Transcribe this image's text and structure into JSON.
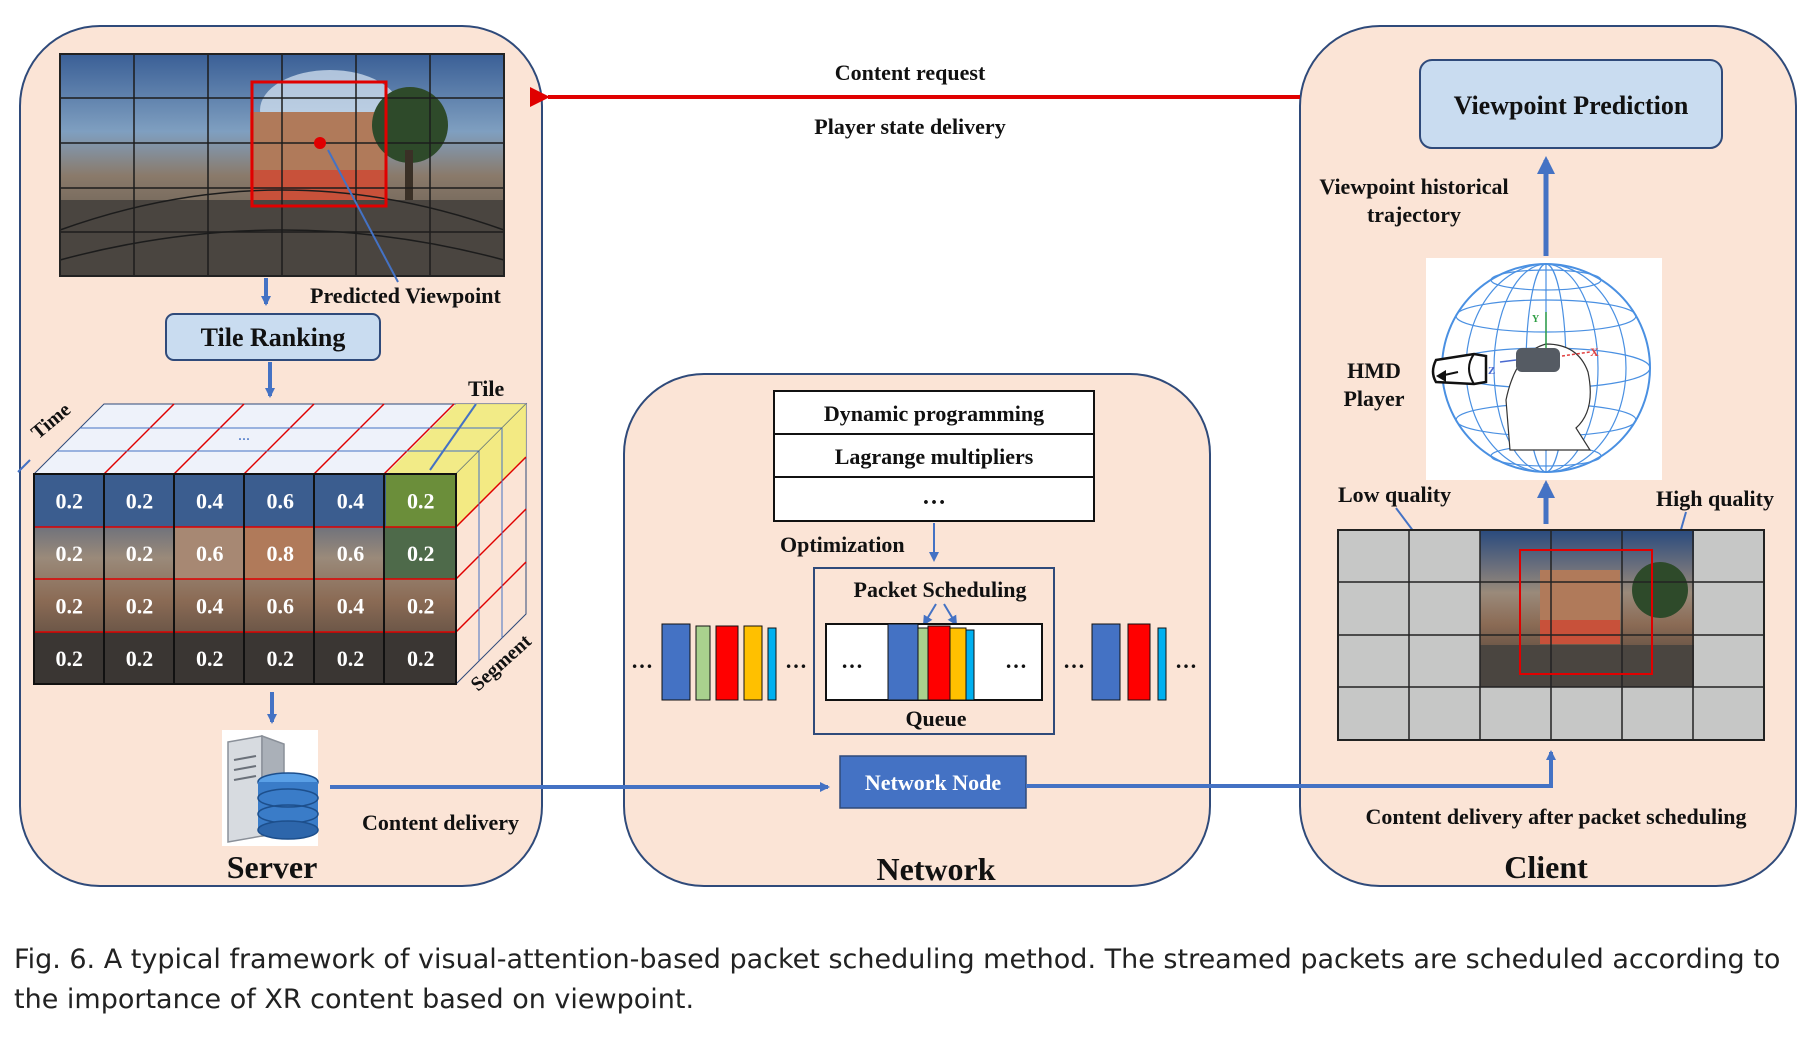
{
  "labels": {
    "content_request": "Content request",
    "player_state": "Player state delivery",
    "predicted_viewpoint": "Predicted Viewpoint",
    "tile_ranking": "Tile Ranking",
    "time": "Time",
    "tile": "Tile",
    "ellipsis_small": "...",
    "segment": "Segment",
    "content_delivery": "Content delivery",
    "server": "Server",
    "network": "Network",
    "client": "Client",
    "dynamic_programming": "Dynamic programming",
    "lagrange": "Lagrange multipliers",
    "opt_dots": "…",
    "optimization": "Optimization",
    "packet_scheduling": "Packet Scheduling",
    "queue": "Queue",
    "dots": "…",
    "network_node": "Network Node",
    "viewpoint_prediction": "Viewpoint Prediction",
    "vh_line1": "Viewpoint historical",
    "vh_line2": "trajectory",
    "hmd_line1": "HMD",
    "hmd_line2": "Player",
    "low_quality": "Low quality",
    "high_quality": "High quality",
    "content_after": "Content delivery after packet scheduling",
    "axis_x": "X",
    "axis_y": "Y",
    "axis_z": "Z"
  },
  "tile_grid": [
    [
      "0.2",
      "0.2",
      "0.4",
      "0.6",
      "0.4",
      "0.2"
    ],
    [
      "0.2",
      "0.2",
      "0.6",
      "0.8",
      "0.6",
      "0.2"
    ],
    [
      "0.2",
      "0.2",
      "0.4",
      "0.6",
      "0.4",
      "0.2"
    ],
    [
      "0.2",
      "0.2",
      "0.2",
      "0.2",
      "0.2",
      "0.2"
    ]
  ],
  "caption": "Fig. 6.  A typical framework of visual-attention-based packet scheduling method. The streamed packets are scheduled according to the importance of XR content based on viewpoint.",
  "colors": {
    "panel_fill": "#fbe4d6",
    "panel_stroke": "#2f4a7a",
    "arrow_blue": "#4472c4",
    "arrow_red": "#e00000",
    "box_fill": "#c9dcf0",
    "node_fill": "#4472c4",
    "highlight_tile": "#6b8e3a",
    "packet_blue": "#4472c4",
    "packet_green": "#a9d18e",
    "packet_red": "#ff0000",
    "packet_yellow": "#ffc000",
    "packet_cyan": "#00b0f0"
  }
}
